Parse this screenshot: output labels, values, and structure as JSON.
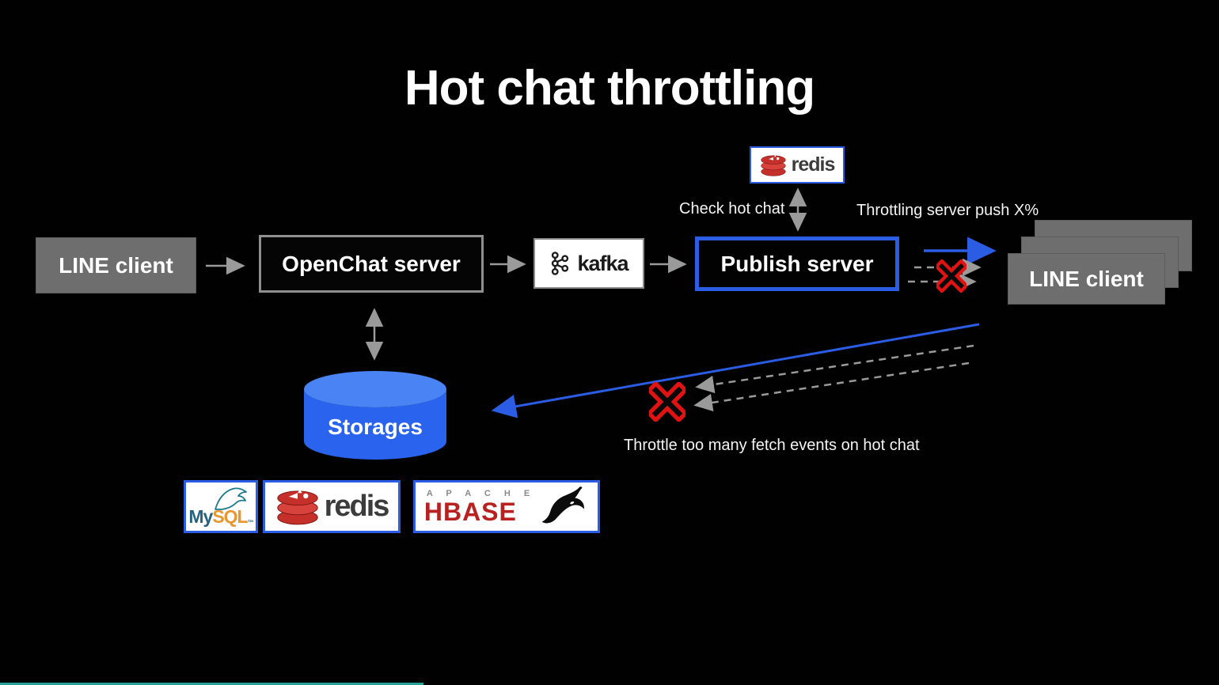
{
  "title": "Hot chat throttling",
  "colors": {
    "background": "#000000",
    "accent_blue": "#2b5ce4",
    "box_gray": "#6e6e6e",
    "arrow_gray": "#9a9a9a",
    "red_x": "#e01212",
    "progress_teal": "#27a097"
  },
  "nodes": {
    "line_client_left": {
      "label": "LINE client"
    },
    "openchat_server": {
      "label": "OpenChat server"
    },
    "kafka": {
      "label": "kafka"
    },
    "publish_server": {
      "label": "Publish server"
    },
    "redis_cache": {
      "label": "redis"
    },
    "line_client_right": {
      "label": "LINE client"
    },
    "storages": {
      "label": "Storages"
    }
  },
  "annotations": {
    "check_hot_chat": "Check hot chat",
    "throttling_push": "Throttling server push X%",
    "throttle_fetch": "Throttle too many fetch events on hot chat"
  },
  "storage_logos": {
    "mysql": {
      "my": "My",
      "sql": "SQL",
      "tm": "™"
    },
    "redis": {
      "label": "redis"
    },
    "hbase": {
      "apache": "A P A C H E",
      "label": "HBASE"
    }
  }
}
